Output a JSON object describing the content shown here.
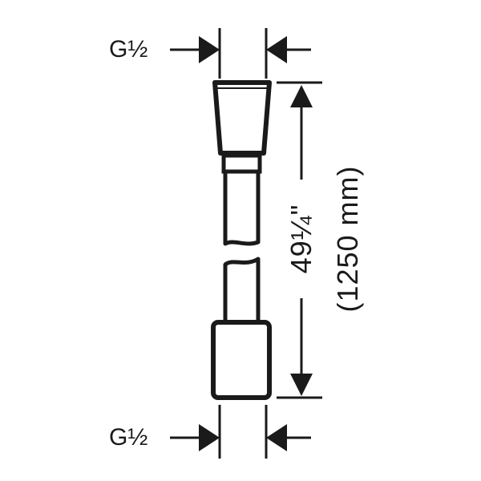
{
  "labels": {
    "thread_top": "G½",
    "thread_bottom": "G½",
    "length_imperial": "49¼\"",
    "length_metric": "(1250 mm)"
  },
  "colors": {
    "ink": "#1a1a1a",
    "background": "#ffffff"
  }
}
